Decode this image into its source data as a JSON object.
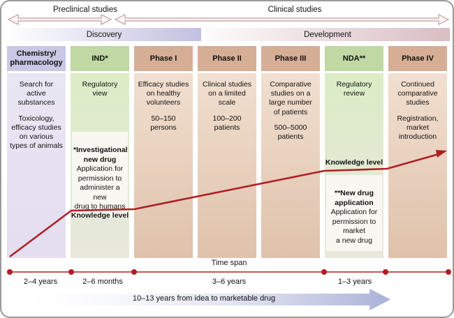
{
  "header": {
    "preclinical_label": "Preclinical studies",
    "clinical_label": "Clinical studies",
    "discovery_label": "Discovery",
    "development_label": "Development"
  },
  "columns": [
    {
      "header": "Chemistry/\npharmacology",
      "body": [
        "Search for active\nsubstances",
        "Toxicology,\nefficacy studies\non various\ntypes of animals"
      ]
    },
    {
      "header": "IND*",
      "body": [
        "Regulatory\nview"
      ]
    },
    {
      "header": "Phase I",
      "body": [
        "Efficacy studies\non healthy\nvolunteers",
        "50–150\npersons"
      ]
    },
    {
      "header": "Phase II",
      "body": [
        "Clinical studies\non a limited scale",
        "100–200\npatients"
      ]
    },
    {
      "header": "Phase III",
      "body": [
        "Comparative\nstudies on a\nlarge number\nof patients",
        "500–5000\npatients"
      ]
    },
    {
      "header": "NDA**",
      "body": [
        "Regulatory\nreview"
      ]
    },
    {
      "header": "Phase IV",
      "body": [
        "Continued\ncomparative\nstudies",
        "Registration,\nmarket\nintroduction"
      ]
    }
  ],
  "annotations": {
    "ind_note_title": "*Investigational\nnew drug",
    "ind_note_body": "Application for\npermission to\nadminister a new\ndrug to humans",
    "ind_knowledge_label": "Knowledge level",
    "nda_knowledge_label": "Knowledge level",
    "nda_note_title": "**New drug\napplication",
    "nda_note_body": "Application for\npermission to\nmarket\na new drug"
  },
  "timeline": {
    "title": "Time span",
    "segment_labels": [
      "2–4 years",
      "2–6 months",
      "3–6 years",
      "1–3 years"
    ],
    "summary_label": "10–13 years from idea to marketable drug"
  },
  "colors": {
    "accent_red": "#b01e24",
    "chemistry_header": "#c9c7e3",
    "regulatory_header_green": "#c0d8a4",
    "phase_header_tan": "#d6ae95",
    "discovery_gradient_end": "#c2c1e0",
    "development_gradient_end": "#d9bec2",
    "summary_arrow_gradient_end": "#a9b1d8",
    "top_arrow_outline": "#c39c9c"
  }
}
